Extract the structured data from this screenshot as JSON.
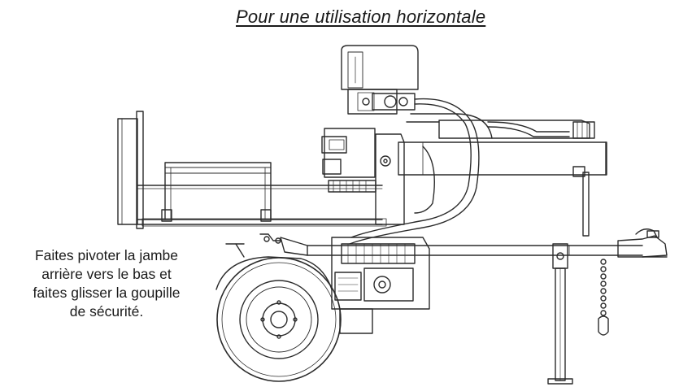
{
  "title": "Pour une utilisation horizontale",
  "instruction": {
    "lines": [
      "Faites pivoter la jambe",
      "arrière vers le bas et",
      "faites glisser la goupille",
      "de sécurité."
    ]
  },
  "colors": {
    "line": "#2b2b2b",
    "background": "#ffffff"
  }
}
